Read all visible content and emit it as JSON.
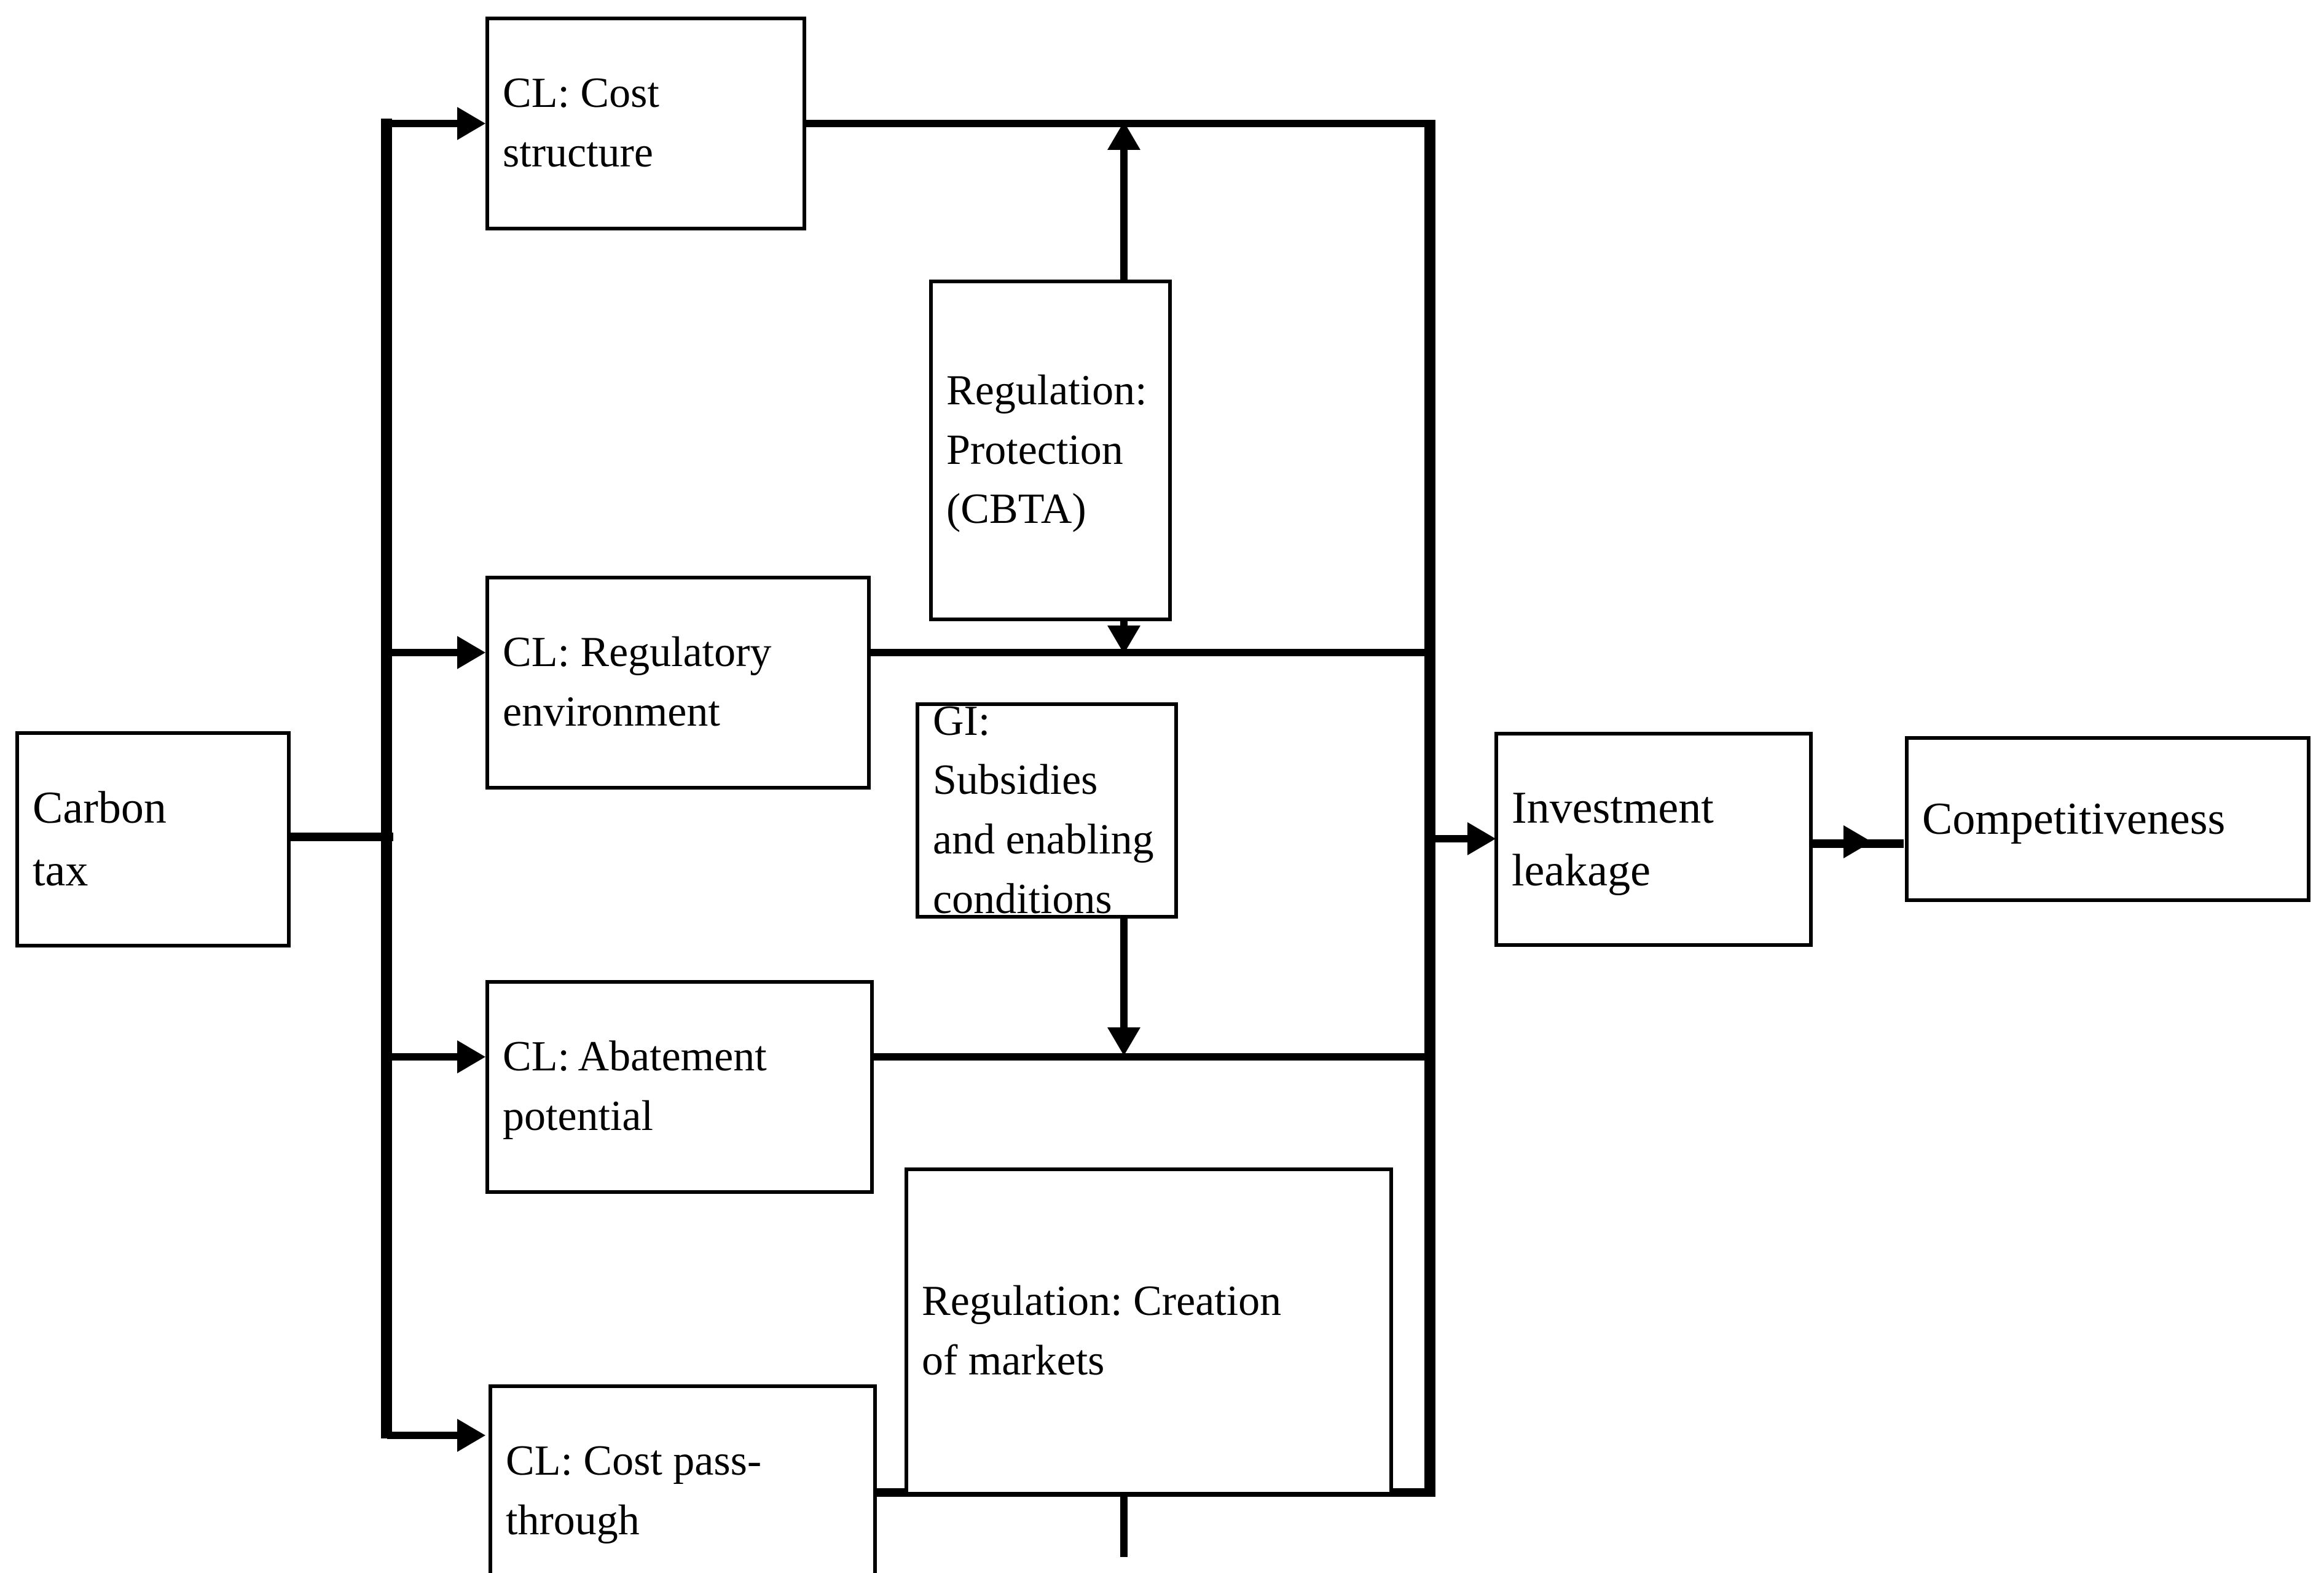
{
  "diagram": {
    "title": "Carbon tax to competitiveness transmission channels",
    "background_color": "#ffffff",
    "line_color": "#000000",
    "text_color": "#000000"
  },
  "nodes": {
    "carbon_tax": {
      "label": "Carbon\ntax"
    },
    "cl_cost_structure": {
      "label": "CL: Cost\nstructure"
    },
    "cl_regulatory_environment": {
      "label": "CL: Regulatory\nenvironment"
    },
    "cl_abatement_potential": {
      "label": "CL: Abatement\npotential"
    },
    "cl_cost_pass_through": {
      "label": "CL: Cost pass-\nthrough"
    },
    "regulation_protection": {
      "label": "Regulation:\nProtection\n(CBTA)"
    },
    "gi_subsidies": {
      "label": "GI: Subsidies\nand enabling\nconditions"
    },
    "regulation_creation_of_markets": {
      "label": "Regulation: Creation\nof markets"
    },
    "investment_leakage": {
      "label": "Investment\nleakage"
    },
    "competitiveness": {
      "label": "Competitiveness"
    }
  },
  "edges": [
    {
      "from": "carbon_tax",
      "to": "cl_cost_structure",
      "arrow": "right"
    },
    {
      "from": "carbon_tax",
      "to": "cl_regulatory_environment",
      "arrow": "right"
    },
    {
      "from": "carbon_tax",
      "to": "cl_abatement_potential",
      "arrow": "right"
    },
    {
      "from": "carbon_tax",
      "to": "cl_cost_pass_through",
      "arrow": "right"
    },
    {
      "from": "regulation_protection",
      "to": "cl_cost_structure_channel",
      "arrow": "up"
    },
    {
      "from": "regulation_protection",
      "to": "cl_regulatory_environment_channel",
      "arrow": "down"
    },
    {
      "from": "gi_subsidies",
      "to": "cl_abatement_potential_channel",
      "arrow": "down"
    },
    {
      "from": "regulation_creation_of_markets",
      "to": "cl_cost_pass_through_channel",
      "arrow": "down"
    },
    {
      "from": "channels_bus",
      "to": "investment_leakage",
      "arrow": "right"
    },
    {
      "from": "investment_leakage",
      "to": "competitiveness",
      "arrow": "right"
    }
  ]
}
